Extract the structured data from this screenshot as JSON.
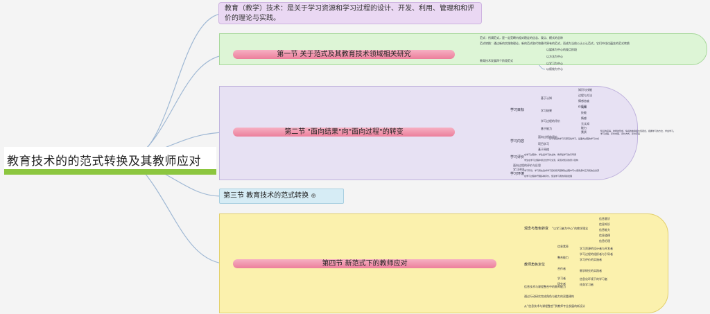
{
  "root": {
    "title": "教育技术的的范式转换及其教师应对"
  },
  "intro": {
    "text": "教育（教学）技术：是关于学习资源和学习过程的设计、开发、利用、管理和和评价的理论与实践。"
  },
  "section1": {
    "title": "第一节 关于范式及其教育技术领域相关研究",
    "leaves": [
      "范式：所谓范式，是一定范畴内相对稳定的信念、观点、模式的总称",
      "范式转换：通过新的实践和理论，新的范式取代和替代原有的范式，而成为当前公认公认范式，它们中往往蕴含的范式转换",
      "教育技术发展四个阶段范式"
    ],
    "sub_leaves": [
      "以媒体为中心的观点阶段",
      "以方法为中心",
      "以学习为中心",
      "以绩效为中心"
    ]
  },
  "section2": {
    "title": "第二节 \"面向结果\"向\"面向过程\"的转变",
    "branches": [
      "学习目标",
      "学习内容",
      "学习评价",
      "学习环境"
    ],
    "sub_branches": [
      "基于认知",
      "学习结果",
      "学习过程的评价",
      "基于能力",
      "面向过程的评价",
      "项目学习",
      "基于网络",
      "面向过程的评价与反思",
      "学习环境"
    ],
    "leaves": [
      "知识与技能",
      "过程与方法",
      "情感态度",
      "价值观",
      "认知",
      "技能",
      "情感",
      "元认知",
      "能力",
      "素质"
    ],
    "notes": [
      "知识的获得、技能的形成、情感的体验和价值观念，把握学习的方法、学会学习。",
      "学习过程、评价内容、评价方式、评价手段",
      "基于项目的学习与研究性学习，是面向过程的学习方式",
      "在学习过程中，学生是学习的主体，教师是学习的引导者",
      "学生在学习过程中通过合作与交流，实现对知识的意义建构",
      "学习环境：学习者在追求学习目标和问题解决过程中可以使用多种工具和信息资源",
      "在学习过程中开展多种评价，促进学习者的持续发展"
    ]
  },
  "section3": {
    "title": "第三节 教育技术的范式转换",
    "marker": "⊕"
  },
  "section4": {
    "title": "第四节 新范式下的教师应对",
    "branches": [
      "观念与角色转变",
      "教师角色定位",
      "信息技术与课程整合中的教师能力",
      "通过行动研究完成角色与能力的双重建构",
      "从“信息技术与课程整合”到教师专业发展的新设计"
    ],
    "sub_branches": [
      "“以学习者为中心”的教学理念",
      "信息素养",
      "整合能力",
      "合作者",
      "学习者",
      "研究者"
    ],
    "leaves": [
      "信息意识",
      "信息知识",
      "信息能力",
      "信息道德",
      "信息伦理",
      "学习资源的设计者与开发者",
      "学习过程的组织者与引导者",
      "学习评价的实施者",
      "教学研究的实践者",
      "信息化环境下的学习者",
      "终身学习者"
    ]
  }
}
